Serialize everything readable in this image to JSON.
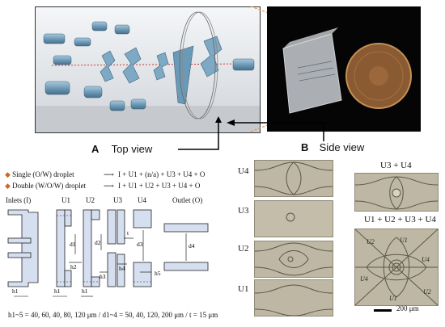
{
  "panel_a": {
    "letter": "A",
    "caption": "Top view"
  },
  "panel_b": {
    "letter": "B",
    "caption": "Side view"
  },
  "legend": {
    "single_label": "Single (O/W) droplet",
    "single_path": "I + U1 + (n/a) + U3 + U4 + O",
    "double_label": "Double (W/O/W) droplet",
    "double_path": "I + U1 + U2 + U3 + U4 + O"
  },
  "schematic": {
    "headers": [
      "Inlets (I)",
      "U1",
      "U2",
      "U3",
      "U4",
      "Outlet (O)"
    ],
    "dims": [
      "d1",
      "d2",
      "d3",
      "d4",
      "h1",
      "h1",
      "h1",
      "h2",
      "h3",
      "h4",
      "h5",
      "t"
    ],
    "footer": "h1~5 = 40, 60, 40, 80, 120 μm / d1~4 = 50, 40, 120, 200 μm / t = 15 μm"
  },
  "micrographs": {
    "row_labels": [
      "U4",
      "U3",
      "U2",
      "U1"
    ],
    "combo_top_label": "U3 + U4",
    "combo_big_label": "U1 + U2 + U3 + U4",
    "region_labels": [
      "U2",
      "U1",
      "U4",
      "U4",
      "U1",
      "U2"
    ],
    "scale_bar": "200 μm"
  },
  "colors": {
    "device_frame": "#9ea4ac",
    "device_part": "#7ea9c4",
    "schematic_fill": "#d5dff0",
    "micro_bg": "#bdb7a3",
    "coin": "#8a5a32"
  }
}
